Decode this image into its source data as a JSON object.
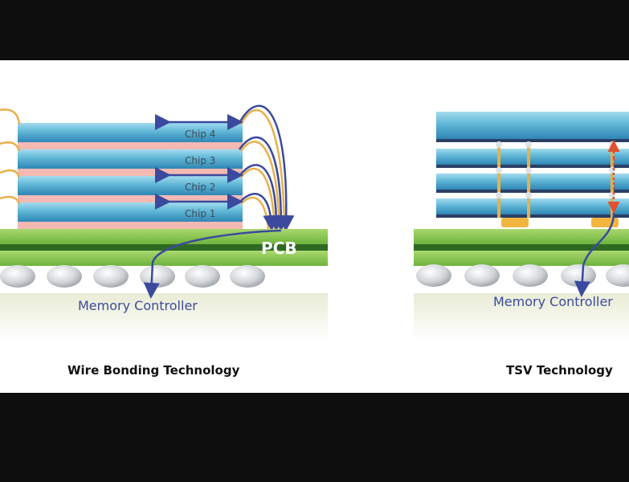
{
  "wire_bonding": {
    "chips": [
      "Chip 4",
      "Chip 3",
      "Chip 2",
      "Chip 1"
    ],
    "pcb_label": "PCB",
    "controller_label": "Memory Controller",
    "caption": "Wire Bonding Technology"
  },
  "tsv": {
    "controller_label": "Memory Controller",
    "caption": "TSV Technology"
  },
  "colors": {
    "chip_blue": "#5fb6d6",
    "spacer_pink": "#f3b9b2",
    "pcb_green": "#7cc04a",
    "pcb_dark": "#2f6a23",
    "wire_gold": "#e8b04a",
    "arrow_navy": "#3b4a9e",
    "tsv_red": "#e2502f"
  }
}
